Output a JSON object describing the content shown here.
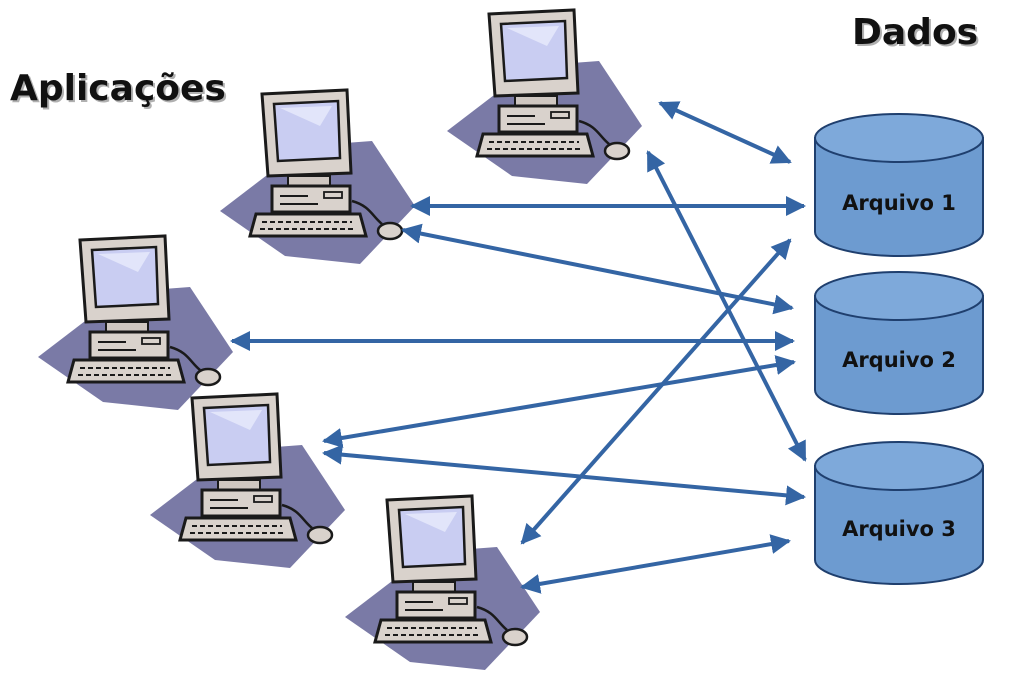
{
  "titles": {
    "applications": "Aplicações",
    "data": "Dados"
  },
  "databases": [
    {
      "label": "Arquivo 1"
    },
    {
      "label": "Arquivo 2"
    },
    {
      "label": "Arquivo 3"
    }
  ],
  "computers": [
    {
      "name": "computer-1"
    },
    {
      "name": "computer-2"
    },
    {
      "name": "computer-3"
    },
    {
      "name": "computer-4"
    },
    {
      "name": "computer-5"
    }
  ],
  "connections": [
    {
      "from": "computer-1",
      "to": "Arquivo 1"
    },
    {
      "from": "computer-1",
      "to": "Arquivo 3"
    },
    {
      "from": "computer-2",
      "to": "Arquivo 1"
    },
    {
      "from": "computer-2",
      "to": "Arquivo 2"
    },
    {
      "from": "computer-3",
      "to": "Arquivo 2"
    },
    {
      "from": "computer-4",
      "to": "Arquivo 2"
    },
    {
      "from": "computer-4",
      "to": "Arquivo 3"
    },
    {
      "from": "computer-5",
      "to": "Arquivo 1"
    },
    {
      "from": "computer-5",
      "to": "Arquivo 3"
    }
  ],
  "colors": {
    "arrow": "#3465a4",
    "cylinder_fill": "#6d9bd0",
    "cylinder_stroke": "#1f3f6e",
    "shadow": "#7a7aa6",
    "case": "#d9d2cc",
    "screen": "#c9cdf2"
  }
}
